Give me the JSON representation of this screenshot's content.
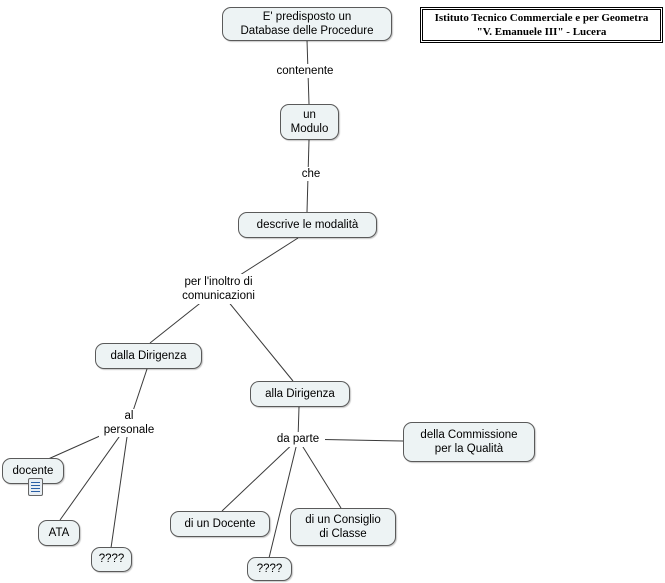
{
  "header": {
    "title_line1": "Istituto Tecnico Commerciale e per Geometra",
    "title_line2": "\"V. Emanuele III\" - Lucera"
  },
  "nodes": {
    "database": "E' predisposto un\nDatabase delle Procedure",
    "modulo": "un\nModulo",
    "descrive": "descrive le modalità",
    "dalla_dirigenza": "dalla Dirigenza",
    "alla_dirigenza": "alla Dirigenza",
    "docente": "docente",
    "ata": "ATA",
    "unknown_left": "????",
    "di_un_docente": "di un Docente",
    "consiglio": "di un Consiglio\ndi Classe",
    "unknown_center": "????",
    "commissione": "della Commissione\nper la Qualità"
  },
  "link_labels": {
    "contenente": "contenente",
    "che": "che",
    "per_inoltro": "per l'inoltro di\ncomunicazioni",
    "al_personale": "al\npersonale",
    "da_parte": "da parte"
  },
  "icons": {
    "docente_resource": "document-icon"
  },
  "colors": {
    "node_background": "#edf3f4",
    "node_border": "#5a5a5a",
    "connector_line": "#3a3a3a",
    "title_border": "#000000"
  }
}
